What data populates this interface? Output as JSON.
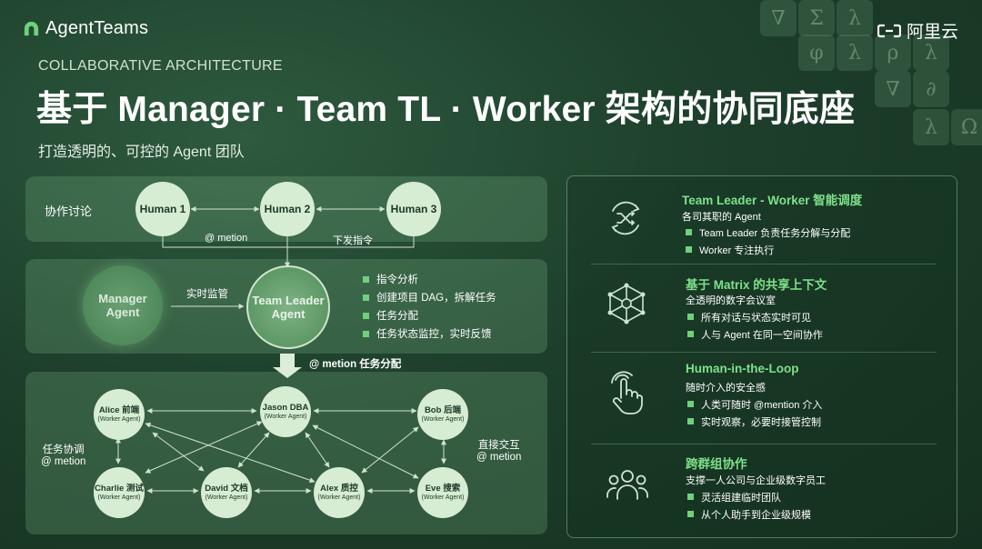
{
  "header": {
    "logo_text": "AgentTeams",
    "brand": "阿里云",
    "eyebrow": "COLLABORATIVE ARCHITECTURE",
    "title": "基于 Manager · Team TL · Worker 架构的协同底座",
    "subtitle": "打造透明的、可控的 Agent 团队"
  },
  "deco_glyphs": [
    "∇",
    "Σ",
    "λ",
    "φ",
    "λ",
    "ρ",
    "λ",
    "∇",
    "∂",
    "λ",
    "Ω"
  ],
  "top_panel": {
    "label": "协作讨论",
    "humans": [
      "Human 1",
      "Human 2",
      "Human 3"
    ],
    "edge_mention": "@ metion",
    "edge_command": "下发指令"
  },
  "middle_panel": {
    "manager": "Manager Agent",
    "edge_monitor": "实时监管",
    "team_leader": "Team Leader Agent",
    "bullets": [
      "指令分析",
      "创建项目 DAG，拆解任务",
      "任务分配",
      "任务状态监控，实时反馈"
    ]
  },
  "arrow_label": "@ metion 任务分配",
  "bottom_panel": {
    "left_label_1": "任务协调",
    "left_label_2": "@ metion",
    "right_label_1": "直接交互",
    "right_label_2": "@ metion",
    "role_caption": "(Worker Agent)",
    "workers": {
      "alice": "Alice 前端",
      "jason": "Jason DBA",
      "bob": "Bob 后端",
      "charlie": "Charlie 测试",
      "david": "David 文档",
      "alex": "Alex 质控",
      "eve": "Eve 搜索"
    }
  },
  "features": [
    {
      "icon": "shuffle-icon",
      "title": "Team Leader - Worker 智能调度",
      "subtitle": "各司其职的 Agent",
      "bullets": [
        "Team Leader 负责任务分解与分配",
        "Worker 专注执行"
      ]
    },
    {
      "icon": "network-icon",
      "title": "基于 Matrix 的共享上下文",
      "subtitle": "全透明的数字会议室",
      "bullets": [
        "所有对话与状态实时可见",
        "人与 Agent 在同一空间协作"
      ]
    },
    {
      "icon": "hand-pointer-icon",
      "title": "Human-in-the-Loop",
      "subtitle": "随时介入的安全感",
      "bullets": [
        "人类可随时 @mention 介入",
        "实时观察，必要时接管控制"
      ]
    },
    {
      "icon": "group-icon",
      "title": "跨群组协作",
      "subtitle": "支撑一人公司与企业级数字员工",
      "bullets": [
        "灵活组建临时团队",
        "从个人助手到企业级规模"
      ]
    }
  ],
  "colors": {
    "accent": "#7ee08a",
    "bullet": "#6fd17b",
    "node": "#d6ecd3",
    "background": "#1d3f2b"
  }
}
